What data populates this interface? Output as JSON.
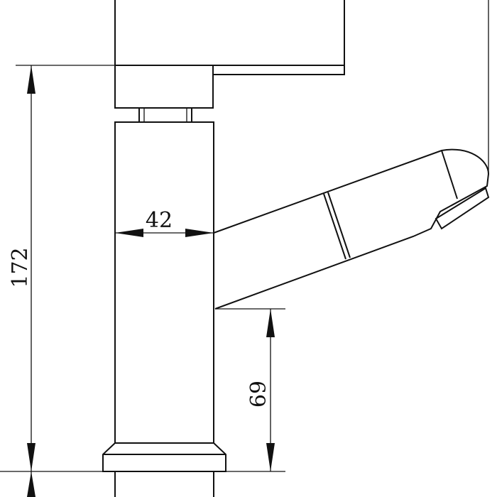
{
  "dimensions": {
    "total_height": "172",
    "body_width": "42",
    "spout_height": "69"
  },
  "colors": {
    "line": "#111111",
    "background": "#ffffff"
  }
}
